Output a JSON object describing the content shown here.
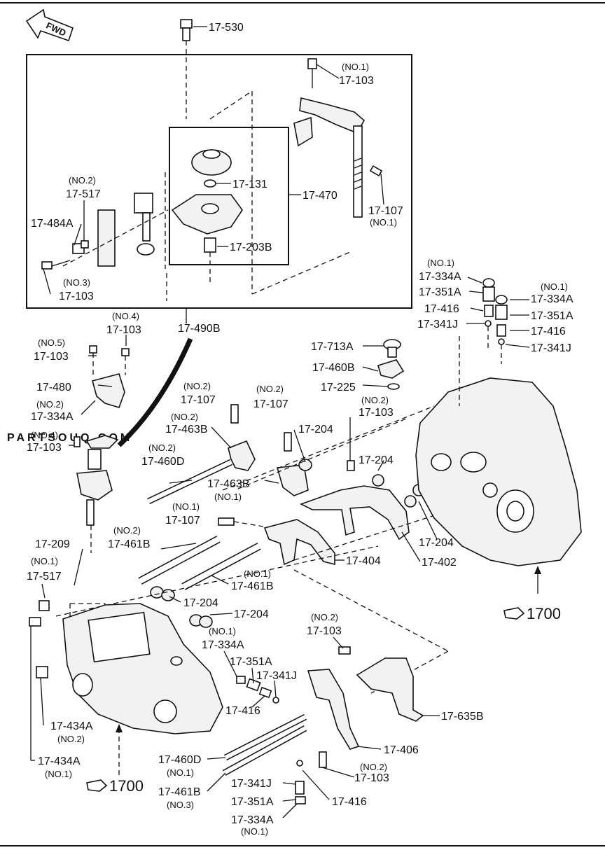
{
  "fwd_label": "FWD",
  "watermark": "PARTSOUQ.COM",
  "frame_label": "17-490B",
  "sub_frame_label": "17-470",
  "housing_ref_label": "1700",
  "callouts": {
    "p17_530": "17-530",
    "p17_103_no1_top": "17-103",
    "p17_103_no1_top_q": "(NO.1)",
    "p17_131": "17-131",
    "p17_107_no1_top": "17-107",
    "p17_107_no1_top_q": "(NO.1)",
    "p17_203B": "17-203B",
    "p17_517_no2": "17-517",
    "p17_517_no2_q": "(NO.2)",
    "p17_484A": "17-484A",
    "p17_103_no3": "17-103",
    "p17_103_no3_q": "(NO.3)",
    "p17_103_no4": "17-103",
    "p17_103_no4_q": "(NO.4)",
    "p17_103_no5": "17-103",
    "p17_103_no5_q": "(NO.5)",
    "p17_480": "17-480",
    "p17_334A_no2": "17-334A",
    "p17_334A_no2_q": "(NO.2)",
    "p17_103_no4b": "17-103",
    "p17_103_no4b_q": "(NO.4)",
    "p17_107_no2a": "17-107",
    "p17_107_no2a_q": "(NO.2)",
    "p17_463B_no2": "17-463B",
    "p17_463B_no2_q": "(NO.2)",
    "p17_107_no2b": "17-107",
    "p17_107_no2b_q": "(NO.2)",
    "p17_204_a": "17-204",
    "p17_460D_no2": "17-460D",
    "p17_460D_no2_q": "(NO.2)",
    "p17_463B_no1": "17-463B",
    "p17_463B_no1_q": "(NO.1)",
    "p17_107_no1b": "17-107",
    "p17_107_no1b_q": "(NO.1)",
    "p17_713A": "17-713A",
    "p17_460B": "17-460B",
    "p17_225": "17-225",
    "p17_103_no2a": "17-103",
    "p17_103_no2a_q": "(NO.2)",
    "p17_204_b": "17-204",
    "p17_334A_no1a": "17-334A",
    "p17_334A_no1a_q": "(NO.1)",
    "p17_351A_a": "17-351A",
    "p17_416_a": "17-416",
    "p17_341J_a": "17-341J",
    "p17_334A_no1b": "17-334A",
    "p17_334A_no1b_q": "(NO.1)",
    "p17_351A_b": "17-351A",
    "p17_416_b": "17-416",
    "p17_341J_b": "17-341J",
    "p17_209": "17-209",
    "p17_517_no1": "17-517",
    "p17_517_no1_q": "(NO.1)",
    "p17_461B_no2": "17-461B",
    "p17_461B_no2_q": "(NO.2)",
    "p17_461B_no1": "17-461B",
    "p17_461B_no1_q": "(NO.1)",
    "p17_204_c": "17-204",
    "p17_204_d": "17-204",
    "p17_404": "17-404",
    "p17_402": "17-402",
    "p17_204_e": "17-204",
    "p17_334A_no1c": "17-334A",
    "p17_334A_no1c_q": "(NO.1)",
    "p17_351A_c": "17-351A",
    "p17_341J_c": "17-341J",
    "p17_416_c": "17-416",
    "p17_103_no2b": "17-103",
    "p17_103_no2b_q": "(NO.2)",
    "p17_635B": "17-635B",
    "p17_434A_no2": "17-434A",
    "p17_434A_no2_q": "(NO.2)",
    "p17_434A_no1": "17-434A",
    "p17_434A_no1_q": "(NO.1)",
    "p17_460D_no1": "17-460D",
    "p17_460D_no1_q": "(NO.1)",
    "p17_406": "17-406",
    "p17_103_no2c": "17-103",
    "p17_103_no2c_q": "(NO.2)",
    "p17_461B_no3": "17-461B",
    "p17_461B_no3_q": "(NO.3)",
    "p17_341J_d": "17-341J",
    "p17_351A_d": "17-351A",
    "p17_416_d": "17-416",
    "p17_334A_no1d": "17-334A",
    "p17_334A_no1d_q": "(NO.1)"
  }
}
